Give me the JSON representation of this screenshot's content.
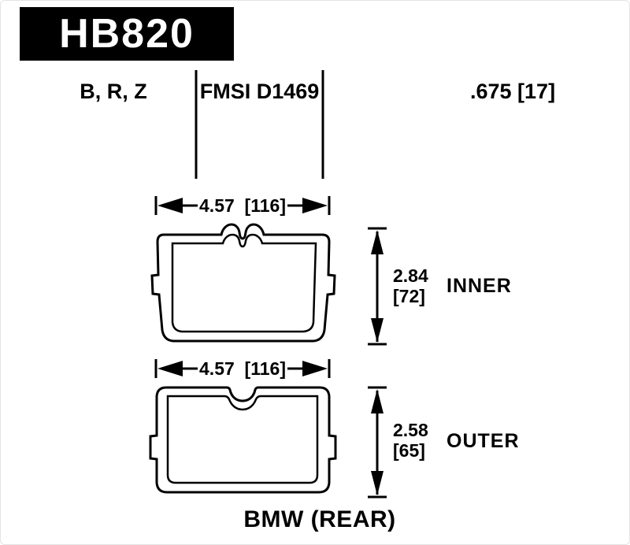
{
  "header": {
    "part_number": "HB820"
  },
  "spec_row": {
    "compounds": "B, R, Z",
    "fmsi": "FMSI D1469",
    "pad_thickness": ".675 [17]"
  },
  "dimensions": {
    "inner": {
      "width": "4.57  [116]",
      "height_in": "2.84",
      "height_mm": "[72]",
      "label": "INNER"
    },
    "outer": {
      "width": "4.57  [116]",
      "height_in": "2.58",
      "height_mm": "[65]",
      "label": "OUTER"
    }
  },
  "footer": {
    "application": "BMW (REAR)"
  },
  "colors": {
    "ink": "#000000",
    "paper": "#ffffff"
  }
}
